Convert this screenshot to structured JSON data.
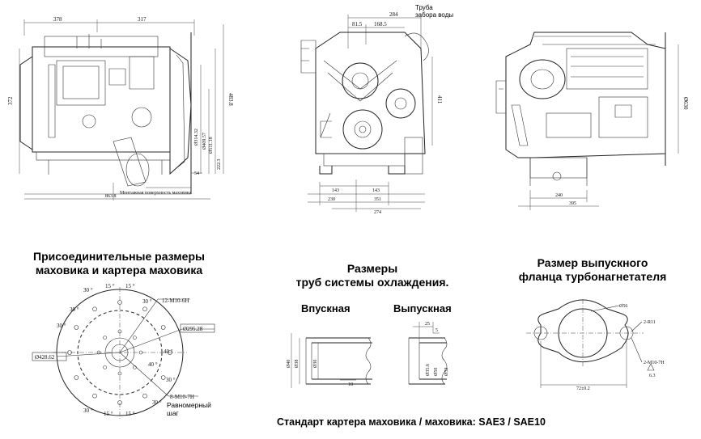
{
  "engine_views": {
    "left": {
      "dims": [
        "378",
        "317",
        "372",
        "483.8",
        "Ø314.32",
        "Ø409.57",
        "Ø511.18",
        "222.3",
        "54",
        "863.8"
      ],
      "note": "Монтажная поверхность маховика"
    },
    "front": {
      "dims": [
        "284",
        "81.5",
        "168.5",
        "411",
        "143",
        "143",
        "230",
        "351",
        "274"
      ],
      "note": "Труба забора воды"
    },
    "right": {
      "dims": [
        "Ø630",
        "240",
        "395"
      ]
    }
  },
  "flywheel": {
    "title_line1": "Присоединительные размеры",
    "title_line2": "маховика и картера маховика",
    "dims": {
      "bolt_pattern_top": "12-M10-6H",
      "dia_inner": "Ø295.28",
      "dia_outer": "Ø428.62",
      "bolt_pattern_bottom": "8-M10-7H",
      "angle_15": "15 °",
      "angle_30": "30 °",
      "angle_40": "40 °"
    },
    "note_line1": "Равномерный",
    "note_line2": "шаг"
  },
  "cooling": {
    "title_line1": "Размеры",
    "title_line2": "труб системы охлаждения.",
    "inlet_label": "Впускная",
    "outlet_label": "Выпускная",
    "inlet_dims": [
      "Ø40",
      "Ø38",
      "Ø30",
      "18"
    ],
    "outlet_dims": [
      "25",
      "5",
      "Ø35.6",
      "Ø50",
      "Ø52"
    ]
  },
  "turbo": {
    "title_line1": "Размер выпускного",
    "title_line2": "фланца турбонагнетателя",
    "dims": [
      "Ø56",
      "2-R11",
      "2-M10-7H",
      "6.3",
      "72±0.2"
    ]
  },
  "standard": "Стандарт картера маховика / маховика: SAE3 / SAE10"
}
